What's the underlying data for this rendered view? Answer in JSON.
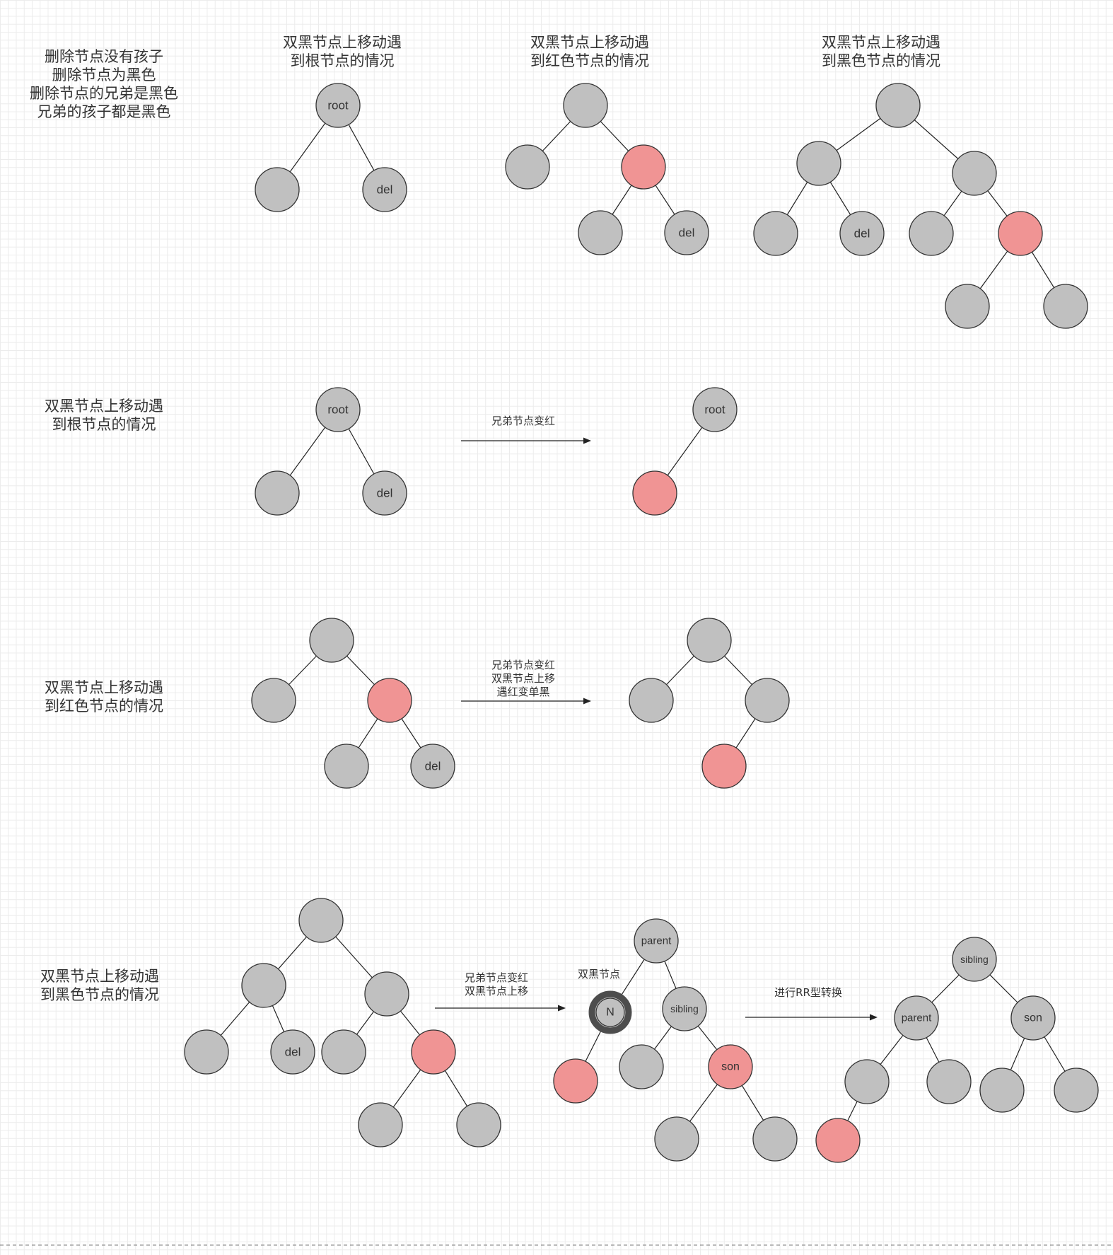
{
  "colors": {
    "black_node": "#c0c0c0",
    "red_node": "#f09494",
    "stroke": "#333333",
    "edge": "#222222",
    "double_black_ring": "#4d4d4d"
  },
  "captions": {
    "top_left": [
      "删除节点没有孩子",
      "删除节点为黑色",
      "删除节点的兄弟是黑色",
      "兄弟的孩子都是黑色"
    ],
    "top_root": [
      "双黑节点上移动遇",
      "到根节点的情况"
    ],
    "top_red": [
      "双黑节点上移动遇",
      "到红色节点的情况"
    ],
    "top_black": [
      "双黑节点上移动遇",
      "到黑色节点的情况"
    ],
    "row2": [
      "双黑节点上移动遇",
      "到根节点的情况"
    ],
    "row3": [
      "双黑节点上移动遇",
      "到红色节点的情况"
    ],
    "row4": [
      "双黑节点上移动遇",
      "到黑色节点的情况"
    ]
  },
  "arrow_labels": {
    "row2": [
      "兄弟节点变红"
    ],
    "row3": [
      "兄弟节点变红",
      "双黑节点上移",
      "遇红变单黑"
    ],
    "row4": [
      "兄弟节点变红",
      "双黑节点上移"
    ],
    "row4_rr": [
      "进行RR型转换"
    ]
  },
  "annotation": {
    "double_black": "双黑节点"
  },
  "node_labels": {
    "root": "root",
    "del": "del",
    "parent": "parent",
    "sibling": "sibling",
    "son": "son",
    "n": "N"
  }
}
